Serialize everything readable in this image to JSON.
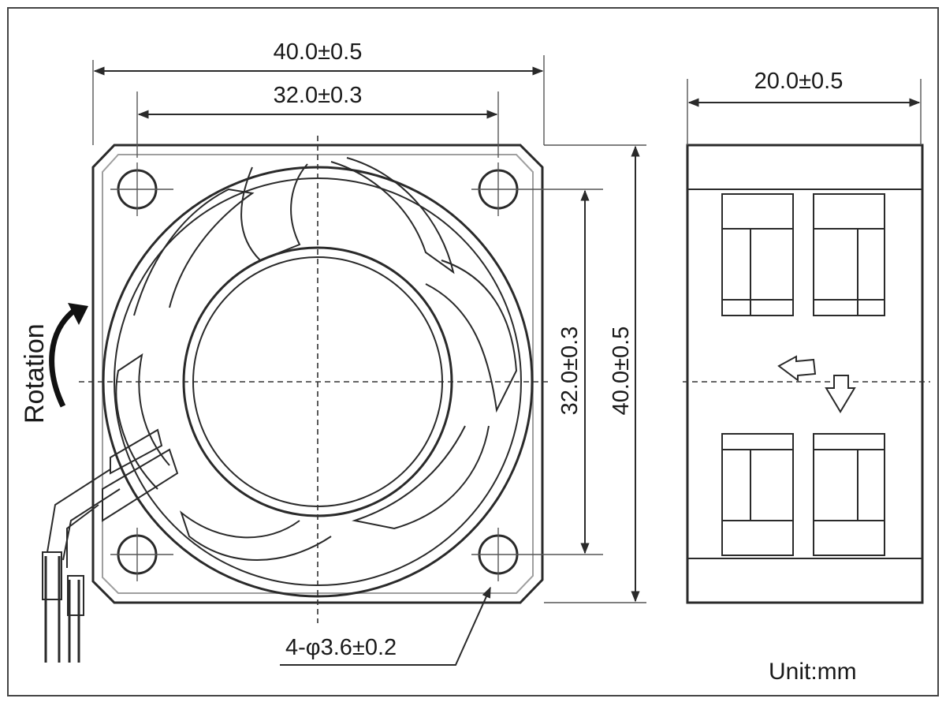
{
  "front_view": {
    "overall_width": "40.0±0.5",
    "hole_spacing_width": "32.0±0.3",
    "hole_spacing_height": "32.0±0.3",
    "overall_height": "40.0±0.5",
    "mounting_holes": "4-φ3.6±0.2",
    "rotation_label": "Rotation"
  },
  "side_view": {
    "depth": "20.0±0.5"
  },
  "unit_label": "Unit:mm"
}
